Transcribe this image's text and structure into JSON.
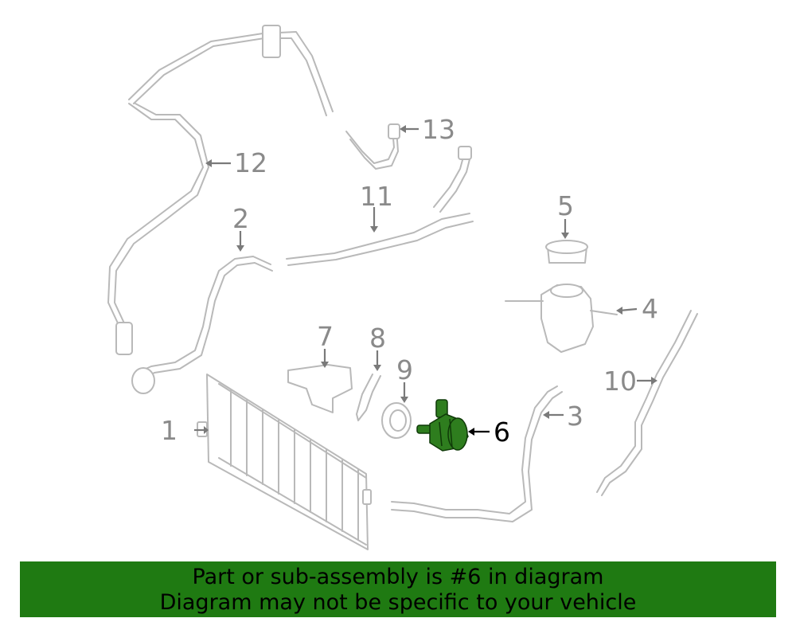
{
  "callouts": [
    {
      "id": "1",
      "label": "1",
      "highlighted": false
    },
    {
      "id": "2",
      "label": "2",
      "highlighted": false
    },
    {
      "id": "3",
      "label": "3",
      "highlighted": false
    },
    {
      "id": "4",
      "label": "4",
      "highlighted": false
    },
    {
      "id": "5",
      "label": "5",
      "highlighted": false
    },
    {
      "id": "6",
      "label": "6",
      "highlighted": true
    },
    {
      "id": "7",
      "label": "7",
      "highlighted": false
    },
    {
      "id": "8",
      "label": "8",
      "highlighted": false
    },
    {
      "id": "9",
      "label": "9",
      "highlighted": false
    },
    {
      "id": "10",
      "label": "10",
      "highlighted": false
    },
    {
      "id": "11",
      "label": "11",
      "highlighted": false
    },
    {
      "id": "12",
      "label": "12",
      "highlighted": false
    },
    {
      "id": "13",
      "label": "13",
      "highlighted": false
    }
  ],
  "banner": {
    "line1": "Part or sub-assembly is #6 in diagram",
    "line2": "Diagram may not be specific to your vehicle"
  },
  "colors": {
    "highlight_part": "#2e7d1e",
    "banner_bg": "#1f7a12",
    "line_art": "#b9b9b9",
    "callout_text": "#8a8a8a"
  }
}
